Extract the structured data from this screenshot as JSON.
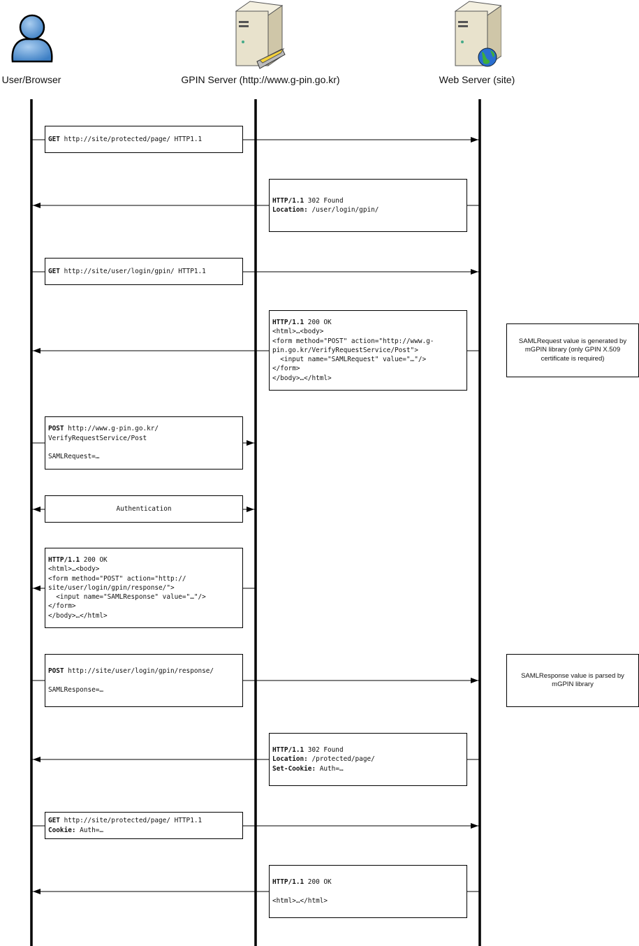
{
  "actors": [
    {
      "label": "User/Browser",
      "icon": "user-icon"
    },
    {
      "label": "GPIN Server (http://www.g-pin.go.kr)",
      "icon": "server-with-card-reader-icon"
    },
    {
      "label": "Web Server (site)",
      "icon": "web-server-globe-icon"
    }
  ],
  "messages": [
    {
      "from": 0,
      "to": 2,
      "lines": [
        {
          "b": "GET",
          "t": " http://site/protected/page/ HTTP1.1"
        }
      ]
    },
    {
      "from": 2,
      "to": 0,
      "lines": [
        {
          "b": "HTTP/1.1",
          "t": " 302 Found"
        },
        {
          "b": "Location:",
          "t": " /user/login/gpin/"
        }
      ]
    },
    {
      "from": 0,
      "to": 2,
      "lines": [
        {
          "b": "GET",
          "t": " http://site/user/login/gpin/ HTTP1.1"
        }
      ]
    },
    {
      "from": 2,
      "to": 0,
      "lines": [
        {
          "b": "HTTP/1.1",
          "t": " 200 OK"
        },
        {
          "b": "",
          "t": "<html>…<body>"
        },
        {
          "b": "",
          "t": "<form method=\"POST\" action=\"http://www.g-"
        },
        {
          "b": "",
          "t": "pin.go.kr/VerifyRequestService/Post\">"
        },
        {
          "b": "",
          "t": "  <input name=\"SAMLRequest\" value=\"…\"/>"
        },
        {
          "b": "",
          "t": "</form>"
        },
        {
          "b": "",
          "t": "</body>…</html>"
        }
      ]
    },
    {
      "from": 0,
      "to": 1,
      "lines": [
        {
          "b": "POST",
          "t": " http://www.g-pin.go.kr/"
        },
        {
          "b": "",
          "t": "VerifyRequestService/Post"
        },
        {
          "b": "",
          "t": ""
        },
        {
          "b": "",
          "t": "SAMLRequest=…"
        }
      ]
    },
    {
      "from": 0,
      "to": 1,
      "bidirectional": true,
      "centered": true,
      "lines": [
        {
          "b": "",
          "t": "Authentication"
        }
      ]
    },
    {
      "from": 1,
      "to": 0,
      "lines": [
        {
          "b": "HTTP/1.1",
          "t": " 200 OK"
        },
        {
          "b": "",
          "t": "<html>…<body>"
        },
        {
          "b": "",
          "t": "<form method=\"POST\" action=\"http://"
        },
        {
          "b": "",
          "t": "site/user/login/gpin/response/\">"
        },
        {
          "b": "",
          "t": "  <input name=\"SAMLResponse\" value=\"…\"/>"
        },
        {
          "b": "",
          "t": "</form>"
        },
        {
          "b": "",
          "t": "</body>…</html>"
        }
      ]
    },
    {
      "from": 0,
      "to": 2,
      "lines": [
        {
          "b": "POST",
          "t": " http://site/user/login/gpin/response/"
        },
        {
          "b": "",
          "t": ""
        },
        {
          "b": "",
          "t": "SAMLResponse=…"
        }
      ]
    },
    {
      "from": 2,
      "to": 0,
      "lines": [
        {
          "b": "HTTP/1.1",
          "t": " 302 Found"
        },
        {
          "b": "Location:",
          "t": " /protected/page/"
        },
        {
          "b": "Set-Cookie:",
          "t": " Auth=…"
        }
      ]
    },
    {
      "from": 0,
      "to": 2,
      "lines": [
        {
          "b": "GET",
          "t": " http://site/protected/page/ HTTP1.1"
        },
        {
          "b": "Cookie:",
          "t": " Auth=…"
        }
      ]
    },
    {
      "from": 2,
      "to": 0,
      "lines": [
        {
          "b": "HTTP/1.1",
          "t": " 200 OK"
        },
        {
          "b": "",
          "t": ""
        },
        {
          "b": "",
          "t": "<html>…</html>"
        }
      ]
    }
  ],
  "notes": [
    {
      "text": "SAMLRequest value is generated by mGPIN library (only GPIN X.509 certificate is required)"
    },
    {
      "text": "SAMLResponse value is parsed by mGPIN library"
    }
  ]
}
